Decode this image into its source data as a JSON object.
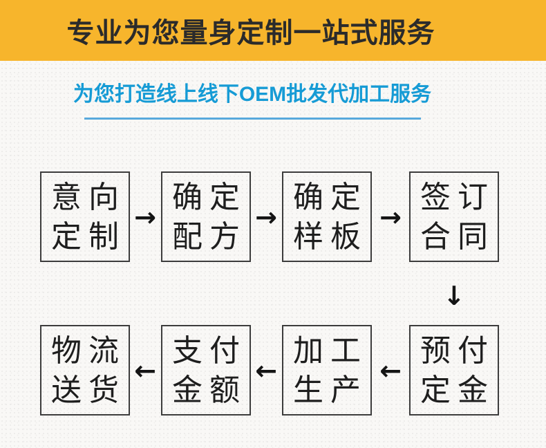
{
  "banner": {
    "title": "专业为您量身定制一站式服务",
    "background_color": "#F7B52C",
    "text_color": "#2B2B2B"
  },
  "subtitle": {
    "text": "为您打造线上线下OEM批发代加工服务",
    "text_color": "#169BD5",
    "underline_color": "#58A9DC"
  },
  "flowchart": {
    "box_border_color": "#3C3C3C",
    "box_text_color": "#1E1E1E",
    "steps": [
      {
        "order": 1,
        "line1": "意向",
        "line2": "定制"
      },
      {
        "order": 2,
        "line1": "确定",
        "line2": "配方"
      },
      {
        "order": 3,
        "line1": "确定",
        "line2": "样板"
      },
      {
        "order": 4,
        "line1": "签订",
        "line2": "合同"
      },
      {
        "order": 5,
        "line1": "预付",
        "line2": "定金"
      },
      {
        "order": 6,
        "line1": "加工",
        "line2": "生产"
      },
      {
        "order": 7,
        "line1": "支付",
        "line2": "金额"
      },
      {
        "order": 8,
        "line1": "物流",
        "line2": "送货"
      }
    ],
    "glyphs": {
      "right": "→",
      "left": "←",
      "down": "↓"
    }
  }
}
